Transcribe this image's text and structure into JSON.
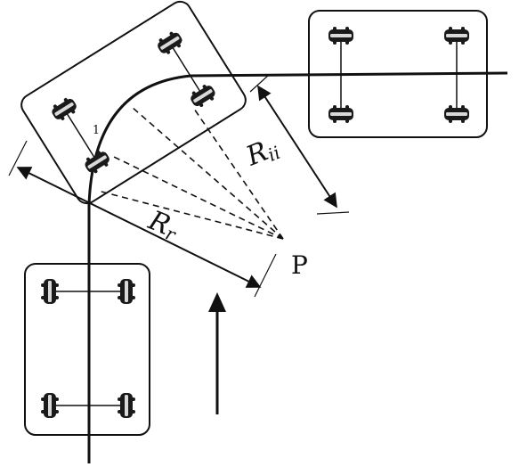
{
  "labels": {
    "radius_inner_main": "R",
    "radius_inner_sub": "ii",
    "radius_outer_main": "R",
    "radius_outer_sub": "r",
    "point": "P",
    "index_mark": "1"
  },
  "colors": {
    "stroke": "#111111",
    "wheel": "#1a1a1a",
    "wheel_highlight": "#d9d9d9",
    "background": "#ffffff"
  },
  "icons": {
    "direction": "arrow-up-icon"
  }
}
